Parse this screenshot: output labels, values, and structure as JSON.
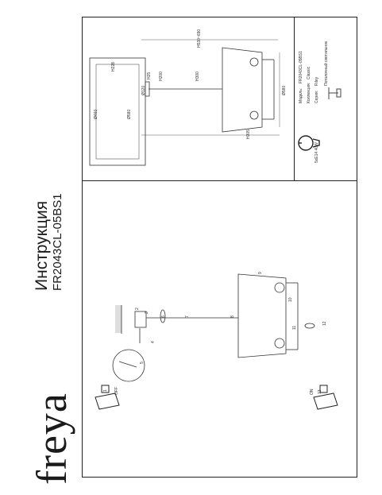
{
  "brand": "freya",
  "doc": {
    "title": "Инструкция",
    "model": "FR2043CL-05BS1"
  },
  "specs": {
    "model_label": "Модель:",
    "model_value": "FR2043CL-05BS1",
    "collection_label": "Коллекция:",
    "collection_value": "Classic",
    "series_label": "Серия:",
    "series_value": "Riley",
    "type_value": "Потолочный светильник",
    "bulb": "5xE14 40W"
  },
  "dims": {
    "h_range": "H530~690",
    "h25": "H25",
    "h200": "H200",
    "h300": "H300",
    "h305": "H305",
    "d120": "Ø120",
    "d580": "Ø580",
    "d460": "Ø460",
    "d580b": "Ø580",
    "h228": "H228"
  },
  "switches": {
    "off": "OFF",
    "on": "ON"
  },
  "steps": [
    "1",
    "2",
    "3",
    "4",
    "5",
    "6",
    "7",
    "8",
    "9",
    "10",
    "11",
    "12",
    "13"
  ]
}
